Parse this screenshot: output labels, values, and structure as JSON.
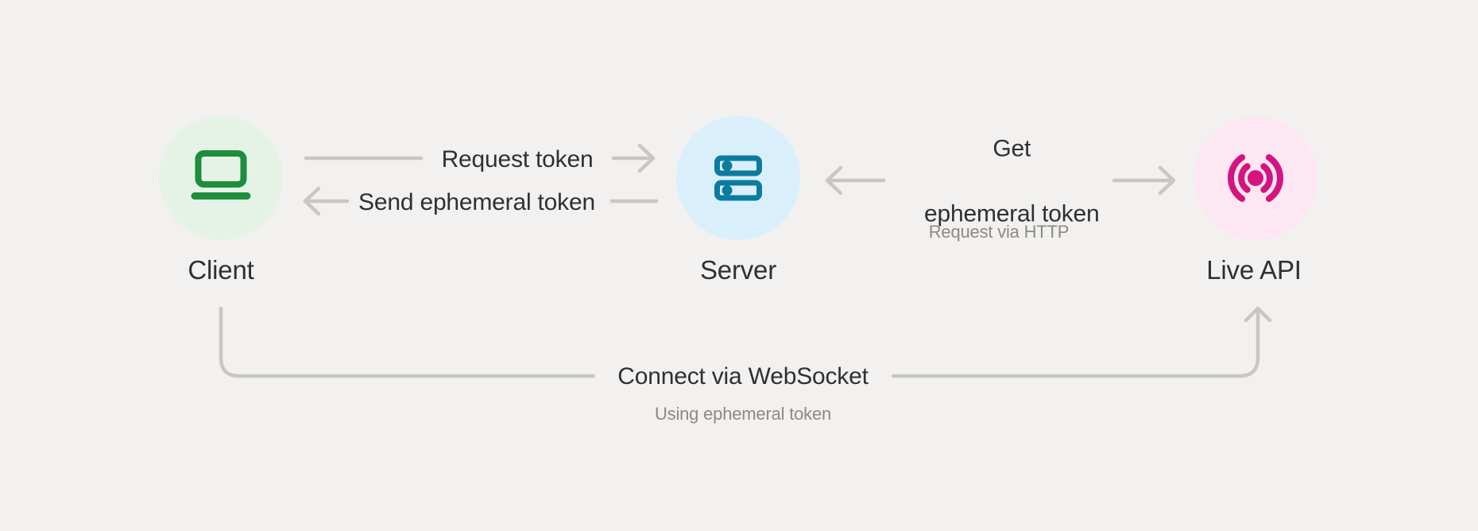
{
  "diagram": {
    "background_color": "#f2f1ef",
    "line_color": "#c8c7c5",
    "text_color": "#2e3033",
    "subtext_color": "#8b8a87",
    "nodes": {
      "client": {
        "label": "Client",
        "icon": "laptop-icon",
        "circle_color": "#e5f3e6",
        "icon_color": "#1e8e3e"
      },
      "server": {
        "label": "Server",
        "icon": "server-rack-icon",
        "circle_color": "#daeffc",
        "icon_color": "#0b7c9e"
      },
      "live_api": {
        "label": "Live API",
        "icon": "broadcast-icon",
        "circle_color": "#fce7f3",
        "icon_color": "#d4147f"
      }
    },
    "edges": {
      "request_token": {
        "label": "Request token",
        "from": "Client",
        "to": "Server",
        "arrow_direction": "right"
      },
      "send_ephemeral_token": {
        "label": "Send ephemeral token",
        "from": "Server",
        "to": "Client",
        "arrow_direction": "left"
      },
      "get_ephemeral_token": {
        "label_line1": "Get",
        "label_line2": "ephemeral token",
        "sublabel": "Request via HTTP",
        "from": "Server",
        "to": "Live API",
        "arrow_direction": "left-toward-server-and-right-toward-live-api"
      },
      "connect_via_websocket": {
        "label": "Connect via WebSocket",
        "sublabel": "Using ephemeral token",
        "from": "Client",
        "to": "Live API",
        "arrow_direction": "up-into-live-api"
      }
    }
  }
}
